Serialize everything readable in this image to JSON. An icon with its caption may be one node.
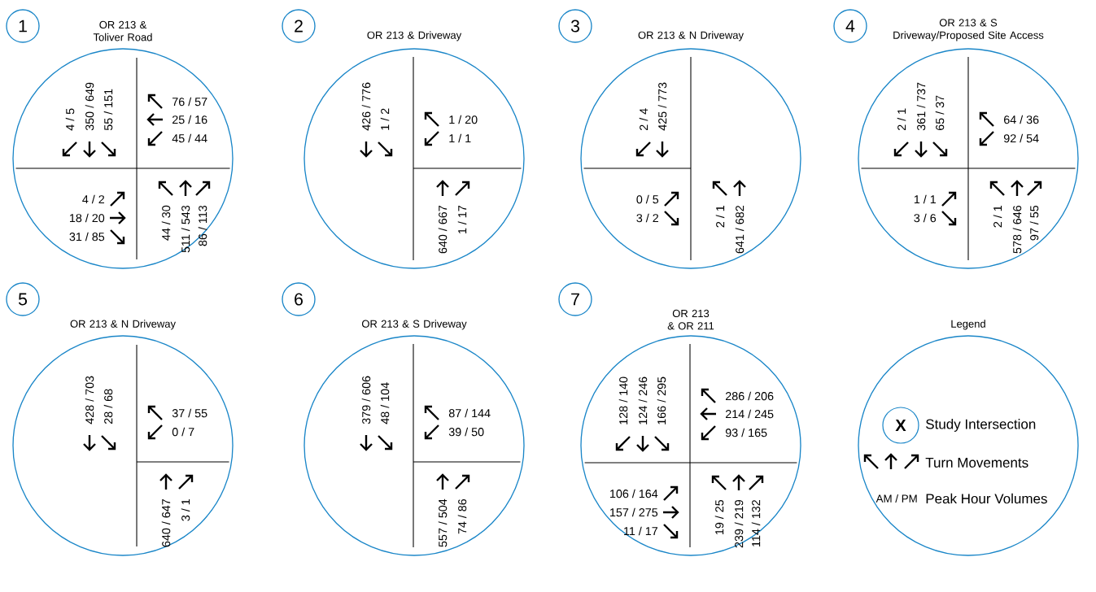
{
  "diagram": {
    "nodes": [
      {
        "text": [
          "1"
        ]
      },
      {
        "text": [
          "OR 213 & Toliver Road",
          "4 / 5",
          "350 / 649",
          "55 / 151",
          "76 / 57",
          "25 / 16",
          "45 / 44",
          "4 / 2",
          "18 / 20",
          "31 / 85",
          "44 / 30",
          "511 / 543",
          "86 / 113"
        ]
      },
      {
        "text": [
          "2"
        ]
      },
      {
        "text": [
          "OR 213 & Driveway",
          "426 / 776",
          "1 / 2",
          "1 / 20",
          "1 / 1",
          "640 / 667",
          "1 / 17"
        ]
      },
      {
        "text": [
          "3"
        ]
      },
      {
        "text": [
          "OR 213 & N Driveway",
          "2 / 4",
          "425 / 773",
          "0 / 5",
          "3 / 2",
          "2 / 1",
          "641 / 682"
        ]
      },
      {
        "text": [
          "4"
        ]
      },
      {
        "text": [
          "OR 213 & S Driveway/Proposed Site Access",
          "2 / 1",
          "361 / 737",
          "65 / 37",
          "64 / 36",
          "92 / 54",
          "1 / 1",
          "3 / 6",
          "2 / 1",
          "578 / 646",
          "97 / 55"
        ]
      },
      {
        "text": [
          "5"
        ]
      },
      {
        "text": [
          "OR 213 & N Driveway",
          "428 / 703",
          "28 / 68",
          "37 / 55",
          "0 / 7",
          "640 / 647",
          "3 / 1"
        ]
      },
      {
        "text": [
          "6"
        ]
      },
      {
        "text": [
          "OR 213 & S Driveway",
          "379 / 606",
          "48 / 104",
          "87 / 144",
          "39 / 50",
          "557 / 504",
          "74 / 86"
        ]
      },
      {
        "text": [
          "7"
        ]
      },
      {
        "text": [
          "OR 213 & OR 211",
          "128 / 140",
          "124 / 246",
          "166 / 295",
          "286 / 206",
          "214 / 245",
          "93 / 165",
          "106 / 164",
          "157 / 275",
          "11 / 17",
          "19 / 25",
          "239 / 219",
          "114 / 132"
        ]
      },
      {
        "text": [
          "Legend"
        ]
      },
      {
        "text": [
          "X"
        ],
        "in": 14
      }
    ],
    "labels": [
      "AM / PM"
    ],
    "legend": [
      {
        "text": "Study Intersection"
      },
      {
        "text": "Turn Movements"
      },
      {
        "text": "Peak Hour Volumes"
      }
    ]
  }
}
